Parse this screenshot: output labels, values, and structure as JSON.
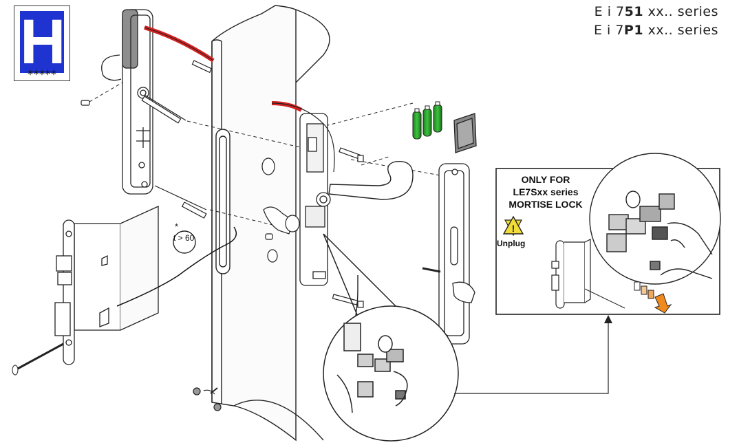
{
  "header": {
    "series_line_1": {
      "prefix": "E i 7",
      "bold": "51",
      "suffix": " xx.. series"
    },
    "series_line_2": {
      "prefix": "E i 7",
      "bold": "P1",
      "suffix": " xx.. series"
    }
  },
  "logo": {
    "letter": "H",
    "stars": "*****",
    "color": "#1f33d1"
  },
  "callout": {
    "line1": "ONLY FOR",
    "line2": "LE7Sxx series",
    "line3": "MORTISE LOCK",
    "warning": "Unplug"
  },
  "door_note": {
    "star": "*",
    "thickness": "t > 60"
  },
  "colors": {
    "cable_red": "#d42020",
    "battery_green": "#2aa02a",
    "arrow_orange": "#f08a1c",
    "outline": "#222222"
  },
  "icons": [
    "warning-icon",
    "battery-icon",
    "screw-icon",
    "arrow-icon",
    "magnifier-icon"
  ]
}
